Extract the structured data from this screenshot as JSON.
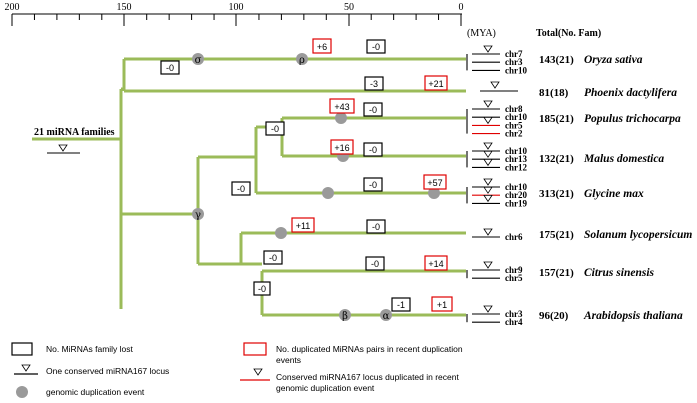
{
  "axis": {
    "ticks": [
      "200",
      "150",
      "100",
      "50",
      "0"
    ],
    "unit": "(MYA)",
    "total_header": "Total(No. Fam)"
  },
  "root_label": "21 miRNA families",
  "species": [
    {
      "name": "Oryza sativa",
      "total": "143(21)",
      "chromosomes": [
        "chr7",
        "chr3",
        "chr10"
      ]
    },
    {
      "name": "Phoenix dactylifera",
      "total": "81(18)",
      "chromosomes": []
    },
    {
      "name": "Populus trichocarpa",
      "total": "185(21)",
      "chromosomes": [
        "chr8",
        "chr10",
        "chr5",
        "chr2"
      ]
    },
    {
      "name": "Malus domestica",
      "total": "132(21)",
      "chromosomes": [
        "chr10",
        "chr13",
        "chr12"
      ]
    },
    {
      "name": "Glycine max",
      "total": "313(21)",
      "chromosomes": [
        "chr10",
        "chr20",
        "chr19"
      ]
    },
    {
      "name": "Solanum lycopersicum",
      "total": "175(21)",
      "chromosomes": [
        "chr6"
      ]
    },
    {
      "name": "Citrus sinensis",
      "total": "157(21)",
      "chromosomes": [
        "chr9",
        "chr5"
      ]
    },
    {
      "name": "Arabidopsis thaliana",
      "total": "96(20)",
      "chromosomes": [
        "chr3",
        "chr4"
      ]
    }
  ],
  "lost_boxes": [
    "-0",
    "-0",
    "-3",
    "-0",
    "-0",
    "-0",
    "-0",
    "-0",
    "-0",
    "-0",
    "-0",
    "-1"
  ],
  "dup_boxes": [
    "+6",
    "+21",
    "+43",
    "+16",
    "+57",
    "+11",
    "+14",
    "+1"
  ],
  "wgd_events": [
    "σ",
    "ρ",
    "γ",
    "β",
    "α"
  ],
  "legend": {
    "lost": "No. MiRNAs  family lost",
    "dup_line1": "No. duplicated MiRNAs pairs in recent duplication",
    "dup_line2": "events",
    "locus": "One conserved miRNA167 locus",
    "dup_locus_line1": "Conserved miRNA167 locus duplicated in recent",
    "dup_locus_line2": "genomic duplication event",
    "wgd": "genomic duplication event"
  },
  "colors": {
    "branch": "#9bbb59",
    "dup": "#e00000",
    "wgd_dot": "#9a9a9a"
  }
}
